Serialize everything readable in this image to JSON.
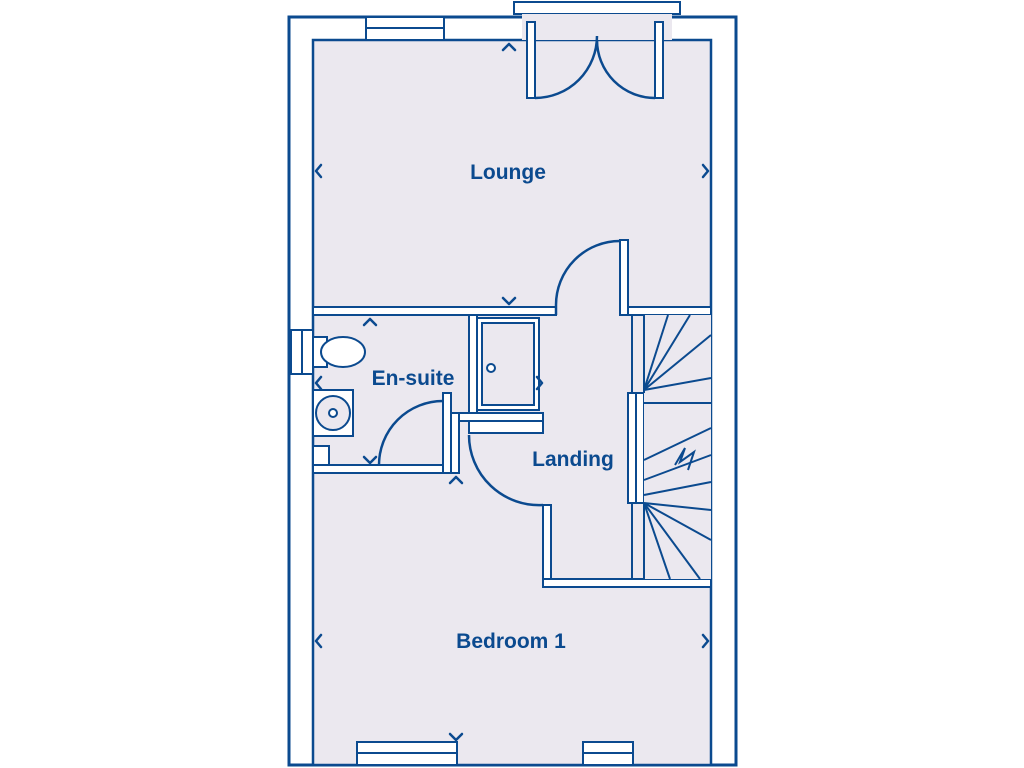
{
  "colors": {
    "wall": "#0b4a8f",
    "floor": "#ebe8ef",
    "background": "#ffffff"
  },
  "rooms": {
    "lounge": "Lounge",
    "ensuite": "En-suite",
    "landing": "Landing",
    "bedroom1": "Bedroom 1"
  },
  "fixtures": [
    "toilet-icon",
    "basin-icon",
    "shower-tray-icon",
    "staircase-icon",
    "french-doors-icon"
  ]
}
